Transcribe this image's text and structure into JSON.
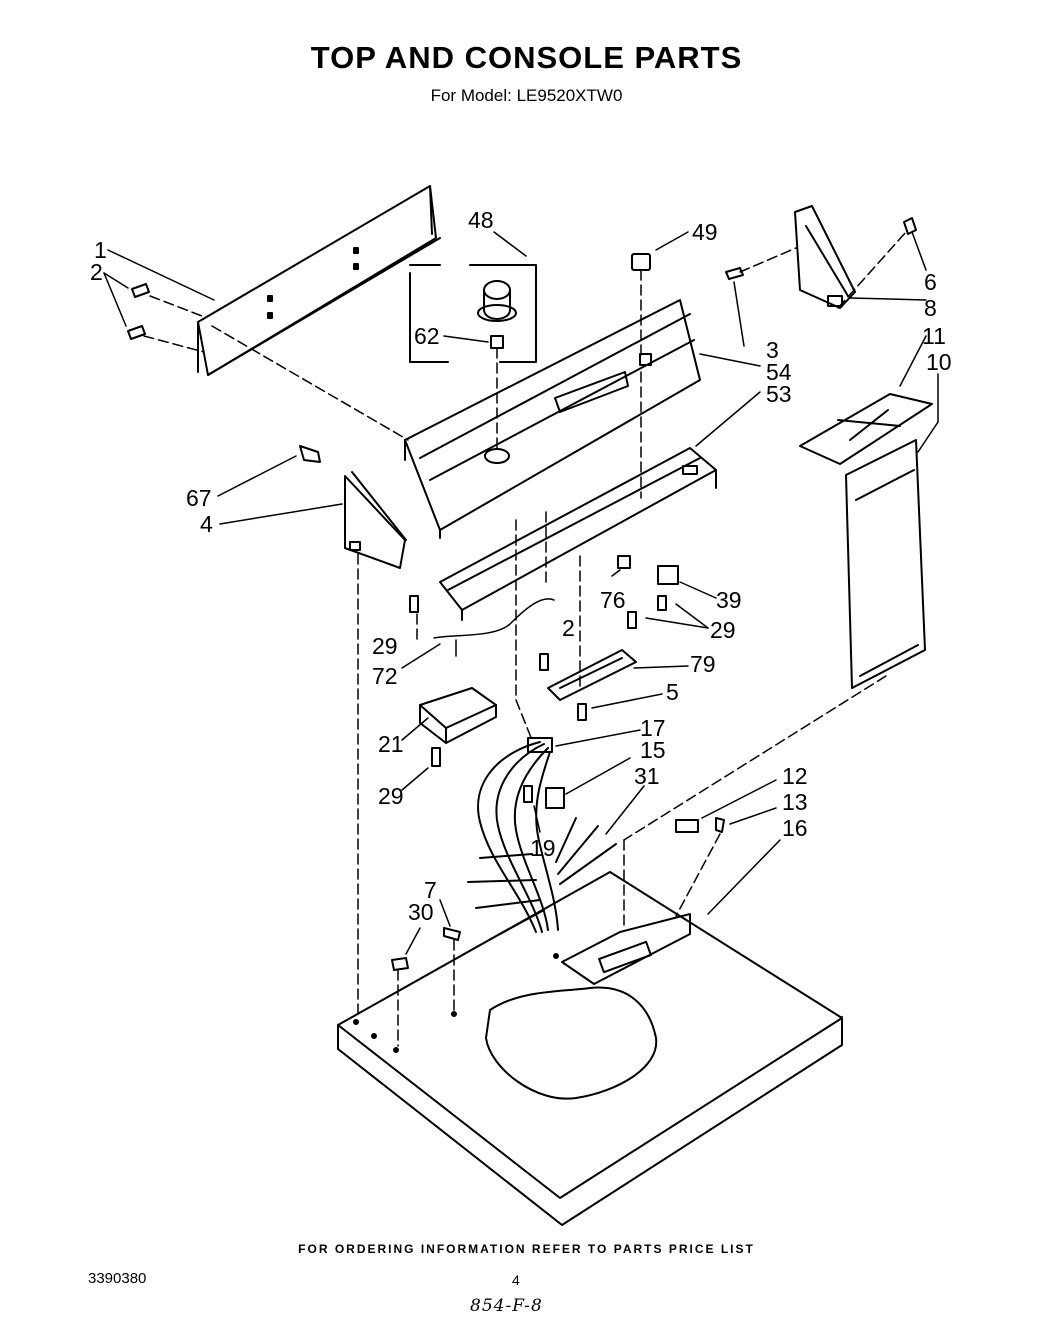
{
  "header": {
    "title": "TOP AND CONSOLE PARTS",
    "subtitle": "For Model: LE9520XTW0"
  },
  "callouts": [
    "1",
    "2",
    "48",
    "49",
    "3",
    "6",
    "8",
    "11",
    "10",
    "54",
    "53",
    "62",
    "67",
    "4",
    "29",
    "72",
    "2",
    "76",
    "39",
    "29",
    "79",
    "5",
    "21",
    "17",
    "15",
    "31",
    "29",
    "19",
    "12",
    "13",
    "16",
    "7",
    "30"
  ],
  "footer": {
    "ordering_note": "FOR ORDERING INFORMATION REFER TO PARTS PRICE LIST",
    "doc_number": "3390380",
    "page_number": "4",
    "handwritten_note": "854-F-8"
  }
}
